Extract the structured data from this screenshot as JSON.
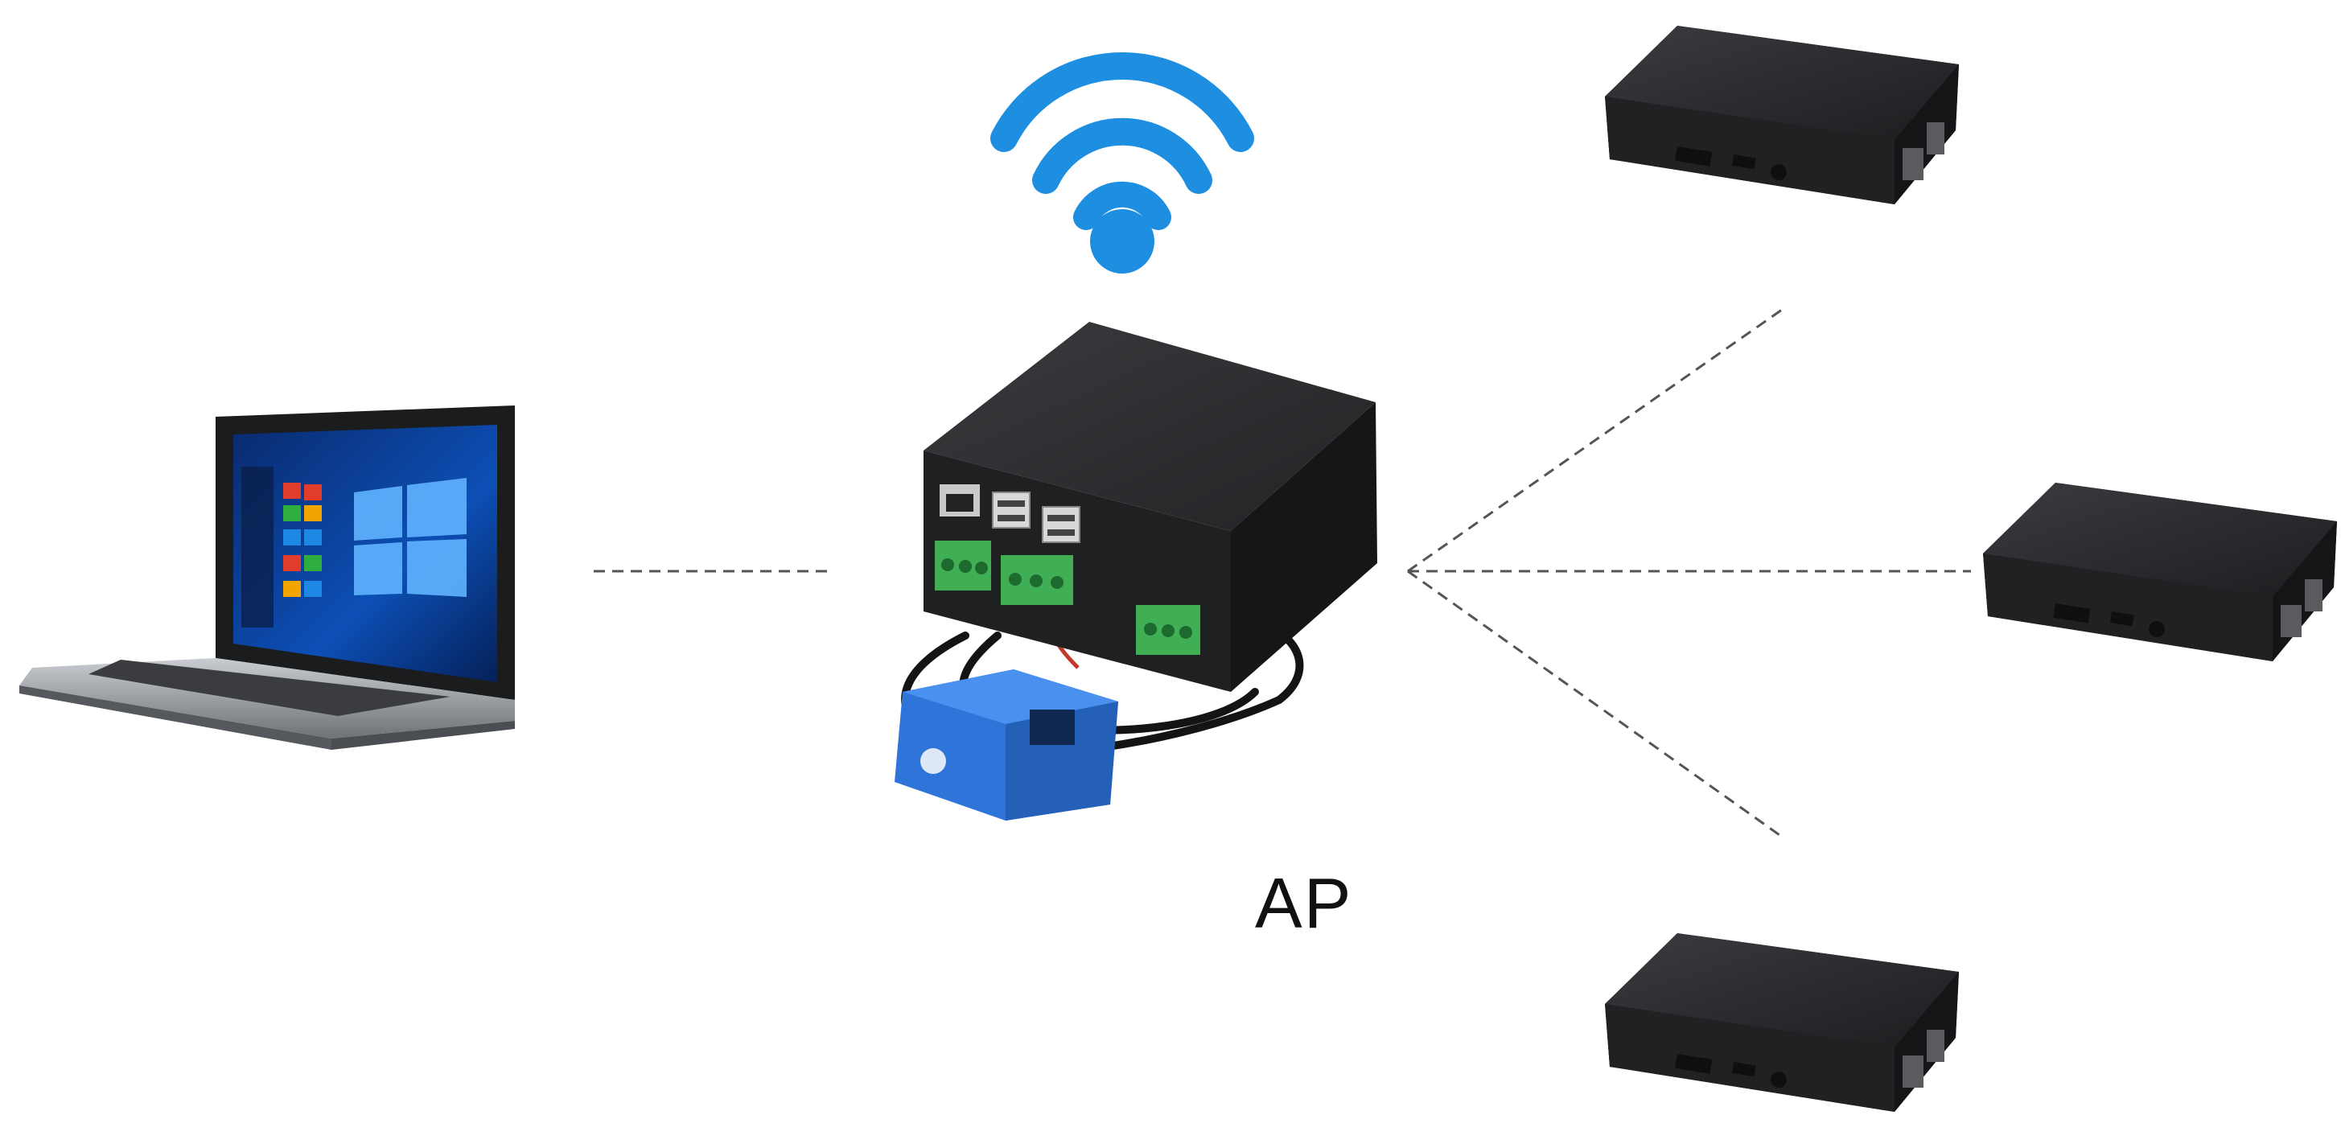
{
  "diagram": {
    "label": "AP",
    "colors": {
      "wifi": "#1e8ee0",
      "device_case": "#232325",
      "terminal_green": "#3fae55",
      "current_sensor": "#2f74d9",
      "connector": "#555555",
      "background": "#ffffff"
    },
    "nodes": [
      {
        "id": "laptop",
        "kind": "laptop-icon",
        "role": "client"
      },
      {
        "id": "ap-device",
        "kind": "gateway-box-icon",
        "role": "access-point"
      },
      {
        "id": "wifi",
        "kind": "wifi-icon",
        "role": "wireless-signal"
      },
      {
        "id": "pi-top",
        "kind": "raspberry-pi-case-icon",
        "role": "node"
      },
      {
        "id": "pi-middle",
        "kind": "raspberry-pi-case-icon",
        "role": "node"
      },
      {
        "id": "pi-bottom",
        "kind": "raspberry-pi-case-icon",
        "role": "node"
      }
    ],
    "edges": [
      {
        "from": "laptop",
        "to": "ap-device",
        "style": "dashed"
      },
      {
        "from": "ap-device",
        "to": "pi-top",
        "style": "dashed"
      },
      {
        "from": "ap-device",
        "to": "pi-middle",
        "style": "dashed"
      },
      {
        "from": "ap-device",
        "to": "pi-bottom",
        "style": "dashed"
      }
    ]
  }
}
